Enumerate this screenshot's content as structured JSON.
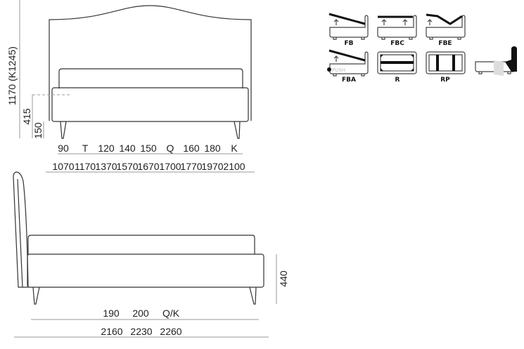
{
  "front_view": {
    "height_label": "1170 (K1245)",
    "dim_415": "415",
    "dim_150": "150",
    "sizes": [
      "90",
      "T",
      "120",
      "140",
      "150",
      "Q",
      "160",
      "180",
      "K"
    ],
    "widths": [
      "1070",
      "1170",
      "1370",
      "1570",
      "1670",
      "1700",
      "1770",
      "1970",
      "2100"
    ]
  },
  "side_view": {
    "dim_440": "440",
    "lengths": [
      "190",
      "200",
      "Q/K"
    ],
    "totals": [
      "2160",
      "2230",
      "2260"
    ]
  },
  "options": {
    "labels": [
      "FB",
      "FBC",
      "FBE",
      "FBA",
      "R",
      "RP"
    ],
    "push_label": "PUSH"
  }
}
